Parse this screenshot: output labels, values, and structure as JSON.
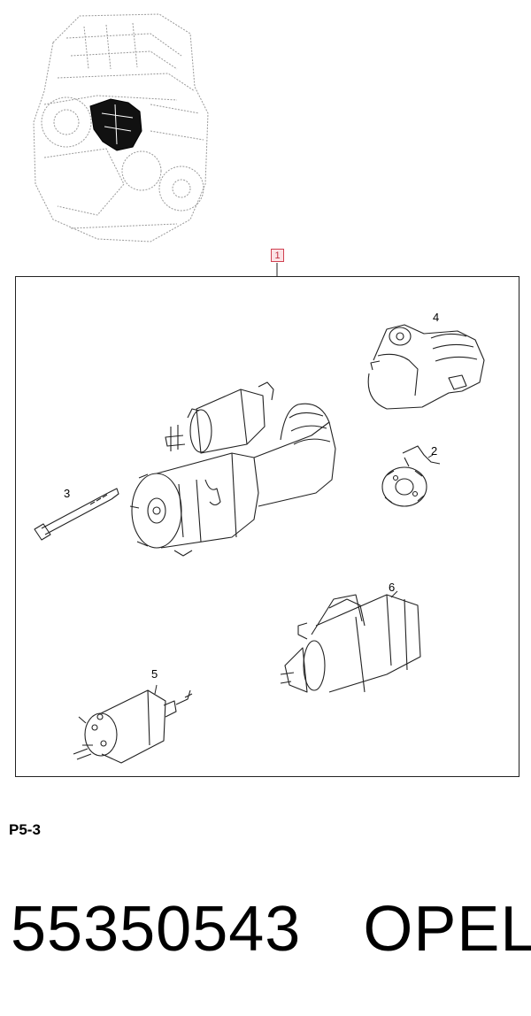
{
  "diagram": {
    "callout_main": "1",
    "part_numbers": [
      "2",
      "3",
      "4",
      "5",
      "6"
    ],
    "figure_code": "P5-3",
    "part_number": "55350543",
    "brand": "OPEL"
  }
}
